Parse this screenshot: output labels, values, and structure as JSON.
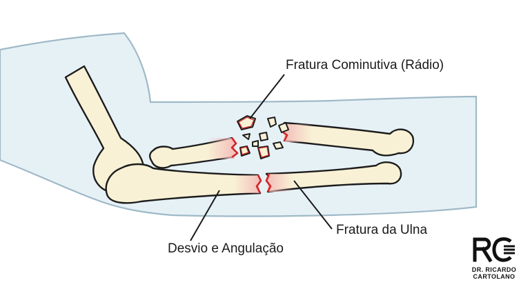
{
  "labels": {
    "radius_fracture": "Fratura Cominutiva (Rádio)",
    "ulna_fracture": "Fratura da Ulna",
    "deviation": "Desvio e Angulação"
  },
  "logo": {
    "line1": "DR. RICARDO",
    "line2": "CARTOLANO"
  },
  "colors": {
    "skin": "#e6f1f6",
    "skin_outline": "#9fb9c7",
    "bone": "#f8f1d5",
    "bone_outline": "#1c1c1c",
    "fracture": "#d42626",
    "fracture_glow": "#f3b9b9"
  }
}
